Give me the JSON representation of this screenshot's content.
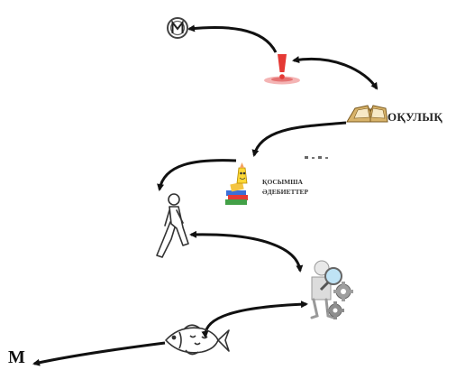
{
  "nodes": {
    "start_icon": "letter-m-circle-icon",
    "exclamation_icon": "exclamation-pin-icon",
    "textbook": {
      "icon": "open-book-icon",
      "label": "ОҚУЛЫҚ"
    },
    "supplementary": {
      "icon": "books-and-pencil-icon",
      "label_line1": "ҚОСЫМША",
      "label_line2": "ӘДЕБИЕТТЕР"
    },
    "walker_icon": "walking-person-icon",
    "researcher_icon": "magnifier-gears-figure-icon",
    "fish_icon": "fish-icon",
    "end": {
      "label": "М"
    }
  },
  "colors": {
    "arrow": "#111111",
    "exclamation": "#e53935",
    "book": "#c8a45a"
  }
}
